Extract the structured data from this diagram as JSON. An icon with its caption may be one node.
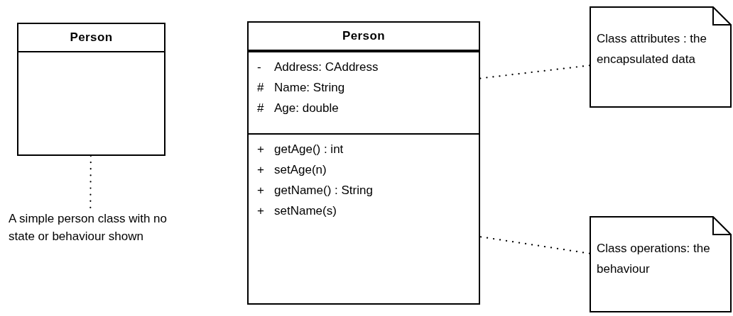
{
  "diagram": {
    "nodes": [
      {
        "text": [
          "Person"
        ]
      },
      {
        "text": [
          "A simple person class with no state or behaviour shown"
        ]
      },
      {
        "text": [
          "Person"
        ]
      },
      {
        "text": [
          "-",
          "Address: CAddress",
          "#",
          "Name: String",
          "#",
          "Age: double"
        ],
        "in": 2
      },
      {
        "text": [
          "+",
          "getAge() : int",
          "+",
          "setAge(n)",
          "+",
          "getName() : String",
          "+",
          "setName(s)"
        ],
        "in": 2
      },
      {
        "text": [
          "Class attributes : the encapsulated data"
        ]
      },
      {
        "text": [
          "Class operations: the behaviour"
        ]
      }
    ],
    "edges": [
      {
        "from": 0,
        "to": 1,
        "arrow": "none",
        "style": "dashed"
      },
      {
        "from": 5,
        "to": 3,
        "arrow": "none",
        "style": "dashed"
      },
      {
        "from": 6,
        "to": 4,
        "arrow": "none",
        "style": "dashed"
      }
    ]
  }
}
